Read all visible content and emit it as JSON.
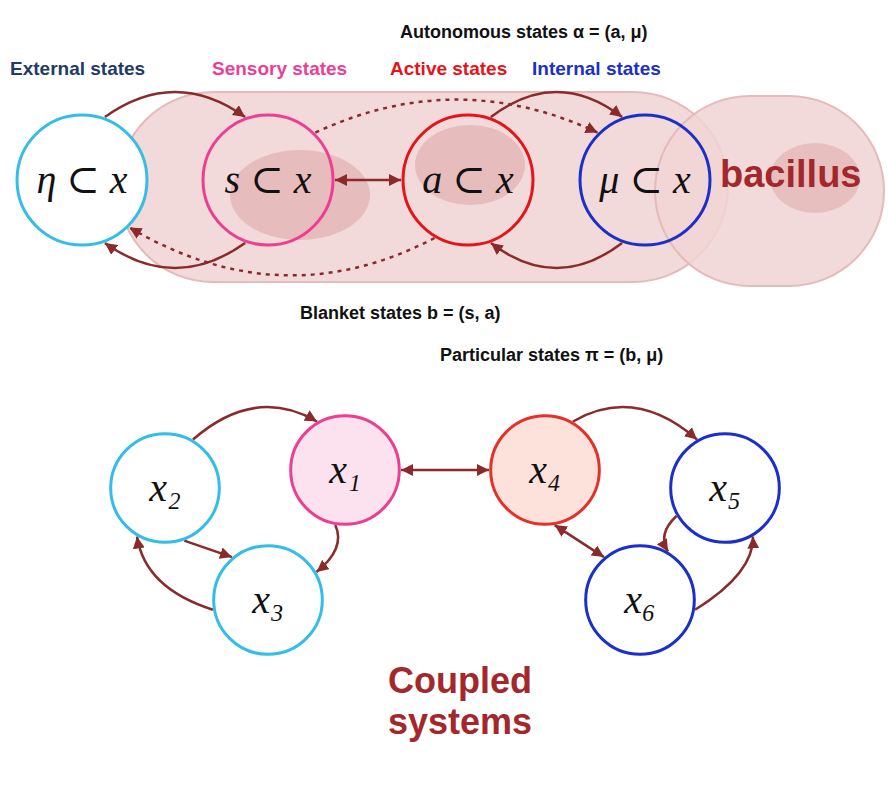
{
  "diagram": {
    "nodes": [
      {
        "text": [
          "η ⊂ x"
        ]
      },
      {
        "text": [
          "s ⊂ x"
        ]
      },
      {
        "text": [
          "a ⊂ x"
        ]
      },
      {
        "text": [
          "μ ⊂ x"
        ]
      },
      {
        "text": [
          "x₂"
        ]
      },
      {
        "text": [
          "x₁"
        ]
      },
      {
        "text": [
          "x₄"
        ]
      },
      {
        "text": [
          "x₅"
        ]
      },
      {
        "text": [
          "x₃"
        ]
      },
      {
        "text": [
          "x₆"
        ]
      }
    ],
    "edges": [
      {
        "from": 0,
        "to": 1,
        "arrow": "to"
      },
      {
        "from": 1,
        "to": 2,
        "arrow": "both"
      },
      {
        "from": 2,
        "to": 3,
        "arrow": "to"
      },
      {
        "from": 1,
        "to": 3,
        "arrow": "to"
      },
      {
        "from": 1,
        "to": 0,
        "arrow": "to"
      },
      {
        "from": 2,
        "to": 0,
        "arrow": "to"
      },
      {
        "from": 3,
        "to": 2,
        "arrow": "to"
      },
      {
        "from": 4,
        "to": 5,
        "arrow": "to"
      },
      {
        "from": 4,
        "to": 8,
        "arrow": "to"
      },
      {
        "from": 8,
        "to": 4,
        "arrow": "to"
      },
      {
        "from": 5,
        "to": 8,
        "arrow": "to"
      },
      {
        "from": 5,
        "to": 6,
        "arrow": "both"
      },
      {
        "from": 6,
        "to": 7,
        "arrow": "to"
      },
      {
        "from": 7,
        "to": 9,
        "arrow": "to"
      },
      {
        "from": 6,
        "to": 9,
        "arrow": "both"
      },
      {
        "from": 9,
        "to": 7,
        "arrow": "to"
      }
    ],
    "labels": [
      "Autonomous states α = (a, μ)",
      "External states",
      "Sensory states",
      "Active states",
      "Internal states",
      "bacillus",
      "Blanket states b = (s, a)",
      "Particular states π = (b, μ)",
      "Coupled systems"
    ]
  }
}
